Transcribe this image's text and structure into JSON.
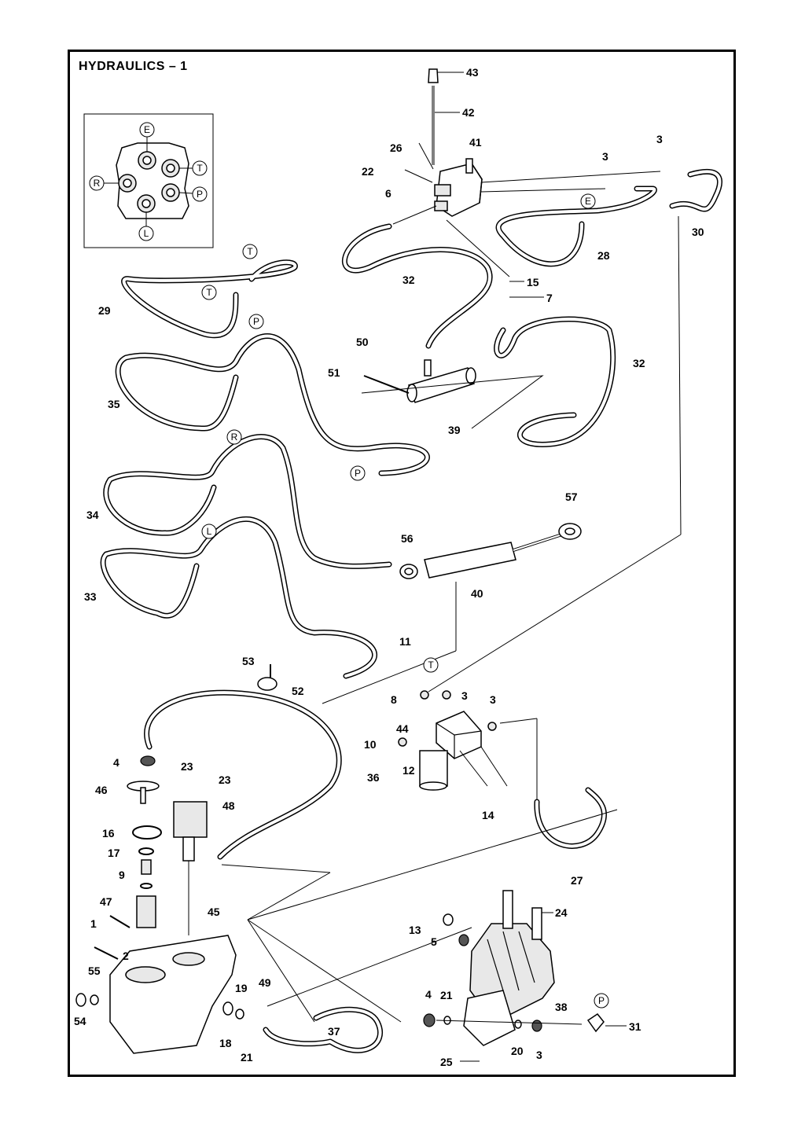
{
  "title": "HYDRAULICS – 1",
  "port_labels": [
    "E",
    "T",
    "R",
    "P",
    "L"
  ],
  "callouts": [
    {
      "id": "c43",
      "text": "43"
    },
    {
      "id": "c42",
      "text": "42"
    },
    {
      "id": "c26",
      "text": "26"
    },
    {
      "id": "c41",
      "text": "41"
    },
    {
      "id": "c22",
      "text": "22"
    },
    {
      "id": "c3a",
      "text": "3"
    },
    {
      "id": "c3b",
      "text": "3"
    },
    {
      "id": "c6",
      "text": "6"
    },
    {
      "id": "c30",
      "text": "30"
    },
    {
      "id": "c28",
      "text": "28"
    },
    {
      "id": "c32a",
      "text": "32"
    },
    {
      "id": "c15",
      "text": "15"
    },
    {
      "id": "c7",
      "text": "7"
    },
    {
      "id": "c29",
      "text": "29"
    },
    {
      "id": "c50",
      "text": "50"
    },
    {
      "id": "c51",
      "text": "51"
    },
    {
      "id": "c32b",
      "text": "32"
    },
    {
      "id": "c35",
      "text": "35"
    },
    {
      "id": "c39",
      "text": "39"
    },
    {
      "id": "c57",
      "text": "57"
    },
    {
      "id": "c34",
      "text": "34"
    },
    {
      "id": "c56",
      "text": "56"
    },
    {
      "id": "c40",
      "text": "40"
    },
    {
      "id": "c33",
      "text": "33"
    },
    {
      "id": "c11",
      "text": "11"
    },
    {
      "id": "c53",
      "text": "53"
    },
    {
      "id": "c52",
      "text": "52"
    },
    {
      "id": "c8",
      "text": "8"
    },
    {
      "id": "c3c",
      "text": "3"
    },
    {
      "id": "c3d",
      "text": "3"
    },
    {
      "id": "c44",
      "text": "44"
    },
    {
      "id": "c10",
      "text": "10"
    },
    {
      "id": "c4a",
      "text": "4"
    },
    {
      "id": "c23a",
      "text": "23"
    },
    {
      "id": "c12",
      "text": "12"
    },
    {
      "id": "c36",
      "text": "36"
    },
    {
      "id": "c46",
      "text": "46"
    },
    {
      "id": "c23b",
      "text": "23"
    },
    {
      "id": "c48",
      "text": "48"
    },
    {
      "id": "c14",
      "text": "14"
    },
    {
      "id": "c16",
      "text": "16"
    },
    {
      "id": "c17",
      "text": "17"
    },
    {
      "id": "c9",
      "text": "9"
    },
    {
      "id": "c27",
      "text": "27"
    },
    {
      "id": "c47",
      "text": "47"
    },
    {
      "id": "c45",
      "text": "45"
    },
    {
      "id": "c24",
      "text": "24"
    },
    {
      "id": "c1",
      "text": "1"
    },
    {
      "id": "c13",
      "text": "13"
    },
    {
      "id": "c5",
      "text": "5"
    },
    {
      "id": "c2",
      "text": "2"
    },
    {
      "id": "c55",
      "text": "55"
    },
    {
      "id": "c19",
      "text": "19"
    },
    {
      "id": "c49",
      "text": "49"
    },
    {
      "id": "c4b",
      "text": "4"
    },
    {
      "id": "c21a",
      "text": "21"
    },
    {
      "id": "c38",
      "text": "38"
    },
    {
      "id": "c31",
      "text": "31"
    },
    {
      "id": "c54",
      "text": "54"
    },
    {
      "id": "c18",
      "text": "18"
    },
    {
      "id": "c37",
      "text": "37"
    },
    {
      "id": "c20",
      "text": "20"
    },
    {
      "id": "c3e",
      "text": "3"
    },
    {
      "id": "c21b",
      "text": "21"
    },
    {
      "id": "c25",
      "text": "25"
    }
  ],
  "hose_tags": [
    {
      "id": "t_e_inset",
      "text": "E"
    },
    {
      "id": "t_t_inset",
      "text": "T"
    },
    {
      "id": "t_r_inset",
      "text": "R"
    },
    {
      "id": "t_p_inset",
      "text": "P"
    },
    {
      "id": "t_l_inset",
      "text": "L"
    },
    {
      "id": "t_e_28",
      "text": "E"
    },
    {
      "id": "t_t_29a",
      "text": "T"
    },
    {
      "id": "t_t_29b",
      "text": "T"
    },
    {
      "id": "t_p_35",
      "text": "P"
    },
    {
      "id": "t_p_35b",
      "text": "P"
    },
    {
      "id": "t_r_34",
      "text": "R"
    },
    {
      "id": "t_l_33",
      "text": "L"
    },
    {
      "id": "t_t_11",
      "text": "T"
    },
    {
      "id": "t_p_31",
      "text": "P"
    }
  ]
}
